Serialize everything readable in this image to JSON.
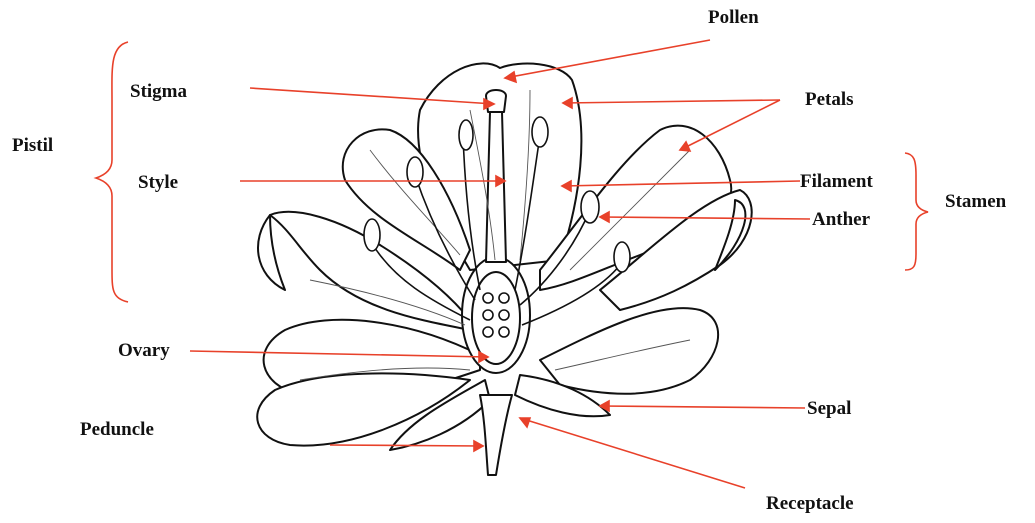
{
  "labels": {
    "pollen": "Pollen",
    "stigma": "Stigma",
    "petals": "Petals",
    "pistil": "Pistil",
    "style": "Style",
    "filament": "Filament",
    "stamen": "Stamen",
    "anther": "Anther",
    "ovary": "Ovary",
    "sepal": "Sepal",
    "peduncle": "Peduncle",
    "receptacle": "Receptacle"
  },
  "colors": {
    "pointer": "#e8412a",
    "ink": "#111111",
    "background": "#ffffff"
  }
}
